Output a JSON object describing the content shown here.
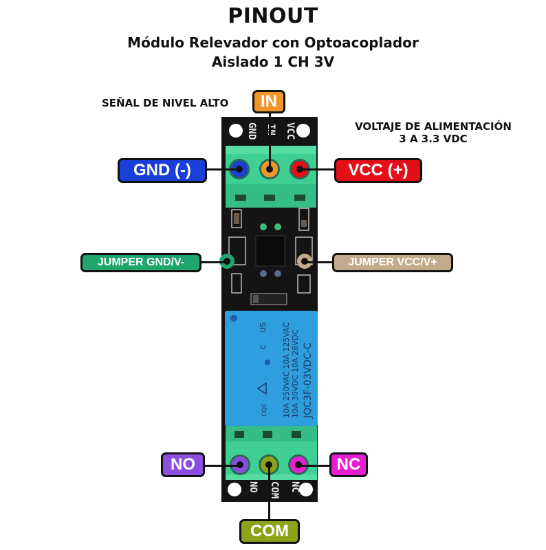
{
  "header": {
    "title": "PINOUT",
    "subtitle_line1": "Módulo Relevador con Optoacoplador",
    "subtitle_line2": "Aislado 1 CH 3V"
  },
  "notes": {
    "signal": "SEÑAL DE NIVEL ALTO",
    "voltage_line1": "VOLTAJE DE ALIMENTACIÓN",
    "voltage_line2": "3 A 3.3 VDC"
  },
  "pins": {
    "in": {
      "label": "IN",
      "color": "#f0962a"
    },
    "gnd": {
      "label": "GND (-)",
      "color": "#1a3fd6"
    },
    "vcc": {
      "label": "VCC (+)",
      "color": "#e3101a"
    },
    "jumper_gnd": {
      "label": "JUMPER GND/V-",
      "color": "#1fa56e"
    },
    "jumper_vcc": {
      "label": "JUMPER VCC/V+",
      "color": "#c2ab8c"
    },
    "no": {
      "label": "NO",
      "color": "#8a4fe0"
    },
    "nc": {
      "label": "NC",
      "color": "#e61ed2"
    },
    "com": {
      "label": "COM",
      "color": "#8ea21a"
    }
  },
  "board": {
    "silk_top": [
      "GND",
      "IN",
      "VCC"
    ],
    "silk_bottom": [
      "NO",
      "COM",
      "NC"
    ],
    "relay_text": [
      "10A 250VAC 10A 125VAC",
      "10A 30VDC 10A 28VDC",
      "JQC3F-03VDC-C"
    ],
    "relay_marks": [
      "CQC",
      "c",
      "US"
    ],
    "colors": {
      "pcb": "#141414",
      "terminal": "#3fcf93",
      "relay": "#2e9ede"
    }
  }
}
